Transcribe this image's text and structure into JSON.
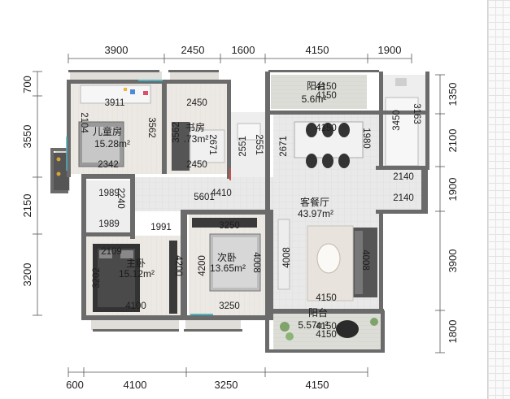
{
  "dimensions": {
    "top": [
      "3900",
      "2450",
      "1600",
      "4150",
      "1900"
    ],
    "bottom": [
      "600",
      "4100",
      "3250",
      "4150"
    ],
    "left": [
      "700",
      "3550",
      "2150",
      "3200"
    ],
    "right": [
      "1350",
      "2100",
      "1900",
      "3900",
      "1800"
    ]
  },
  "rooms": {
    "kids_room": {
      "name": "儿童房",
      "area": "15.28m²"
    },
    "study": {
      "name": "书房",
      "area": ".73m²"
    },
    "living": {
      "name": "客餐厅",
      "area": "43.97m²"
    },
    "master": {
      "name": "主卧",
      "area": "15.12m²"
    },
    "second": {
      "name": "次卧",
      "area": "13.65m²"
    },
    "balcony_top": {
      "name": "阳台",
      "area": "5.6m²"
    },
    "balcony_bottom": {
      "name": "阳台",
      "area": "5.57m²"
    }
  },
  "inner_dims": {
    "d3911": "3911",
    "d2450a": "2450",
    "d2104": "2104",
    "d3562a": "3562",
    "d3562b": "3562",
    "d2671a": "2671",
    "d2342": "2342",
    "d2450b": "2450",
    "d2551a": "2551",
    "d2551b": "2551",
    "d4150_bal": "4150",
    "d4150_bal2": "4150",
    "d4150_din": "4150",
    "d2671b": "2671",
    "d1980": "1980",
    "d3450": "3450",
    "d3163": "3163",
    "d2140a": "2140",
    "d2140b": "2140",
    "d4410": "4410",
    "d5601": "5601",
    "d1989a": "1989",
    "d2240": "2240",
    "d1989b": "1989",
    "d1991": "1991",
    "d3250a": "3250",
    "d2109": "2109",
    "d3202": "3202",
    "d4200a": "4200",
    "d4200b": "4200",
    "d4008a": "4008",
    "d4008b": "4008",
    "d4008c": "4008",
    "d4100_in": "4100",
    "d3250b": "3250",
    "d4150_liv": "4150",
    "d4150_bb": "4150",
    "d4150_bb2": "4150"
  }
}
